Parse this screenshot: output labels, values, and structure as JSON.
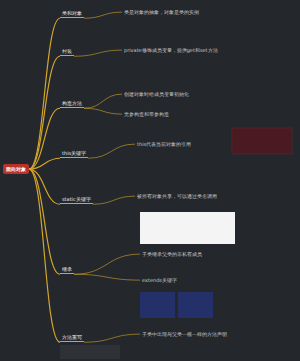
{
  "diagram": {
    "nodes": [
      {
        "text": [
          "面向对象"
        ]
      },
      {
        "text": [
          "类和对象"
        ]
      },
      {
        "text": [
          "封装"
        ]
      },
      {
        "text": [
          "构造方法"
        ]
      },
      {
        "text": [
          "this关键字"
        ]
      },
      {
        "text": [
          "static关键字"
        ]
      },
      {
        "text": [
          "继承"
        ]
      },
      {
        "text": [
          "方法重写"
        ]
      },
      {
        "text": [
          "类是对象的抽象，对象是类的实例"
        ]
      },
      {
        "text": [
          "private修饰成员变量，提供get和set方法"
        ]
      },
      {
        "text": [
          "创建对象时给成员变量初始化"
        ]
      },
      {
        "text": [
          "无参构造和带参构造"
        ]
      },
      {
        "text": [
          "this代表当前对象的引用"
        ]
      },
      {
        "text": [
          "被所有对象共享，可以通过类名调用"
        ]
      },
      {
        "text": [
          "子类继承父类的非私有成员"
        ]
      },
      {
        "text": [
          "extends关键字"
        ]
      },
      {
        "text": [
          "子类中出现与父类一模一样的方法声明"
        ]
      }
    ],
    "edges": [
      {
        "from": 0,
        "to": 1,
        "arrow": "none"
      },
      {
        "from": 0,
        "to": 2,
        "arrow": "none"
      },
      {
        "from": 0,
        "to": 3,
        "arrow": "none"
      },
      {
        "from": 0,
        "to": 4,
        "arrow": "none"
      },
      {
        "from": 0,
        "to": 5,
        "arrow": "none"
      },
      {
        "from": 0,
        "to": 6,
        "arrow": "none"
      },
      {
        "from": 0,
        "to": 7,
        "arrow": "none"
      },
      {
        "from": 1,
        "to": 8,
        "arrow": "none"
      },
      {
        "from": 2,
        "to": 9,
        "arrow": "none"
      },
      {
        "from": 3,
        "to": 10,
        "arrow": "none"
      },
      {
        "from": 3,
        "to": 11,
        "arrow": "none"
      },
      {
        "from": 4,
        "to": 12,
        "arrow": "none"
      },
      {
        "from": 5,
        "to": 13,
        "arrow": "none"
      },
      {
        "from": 6,
        "to": 14,
        "arrow": "none"
      },
      {
        "from": 6,
        "to": 15,
        "arrow": "none"
      },
      {
        "from": 7,
        "to": 16,
        "arrow": "none"
      }
    ]
  }
}
